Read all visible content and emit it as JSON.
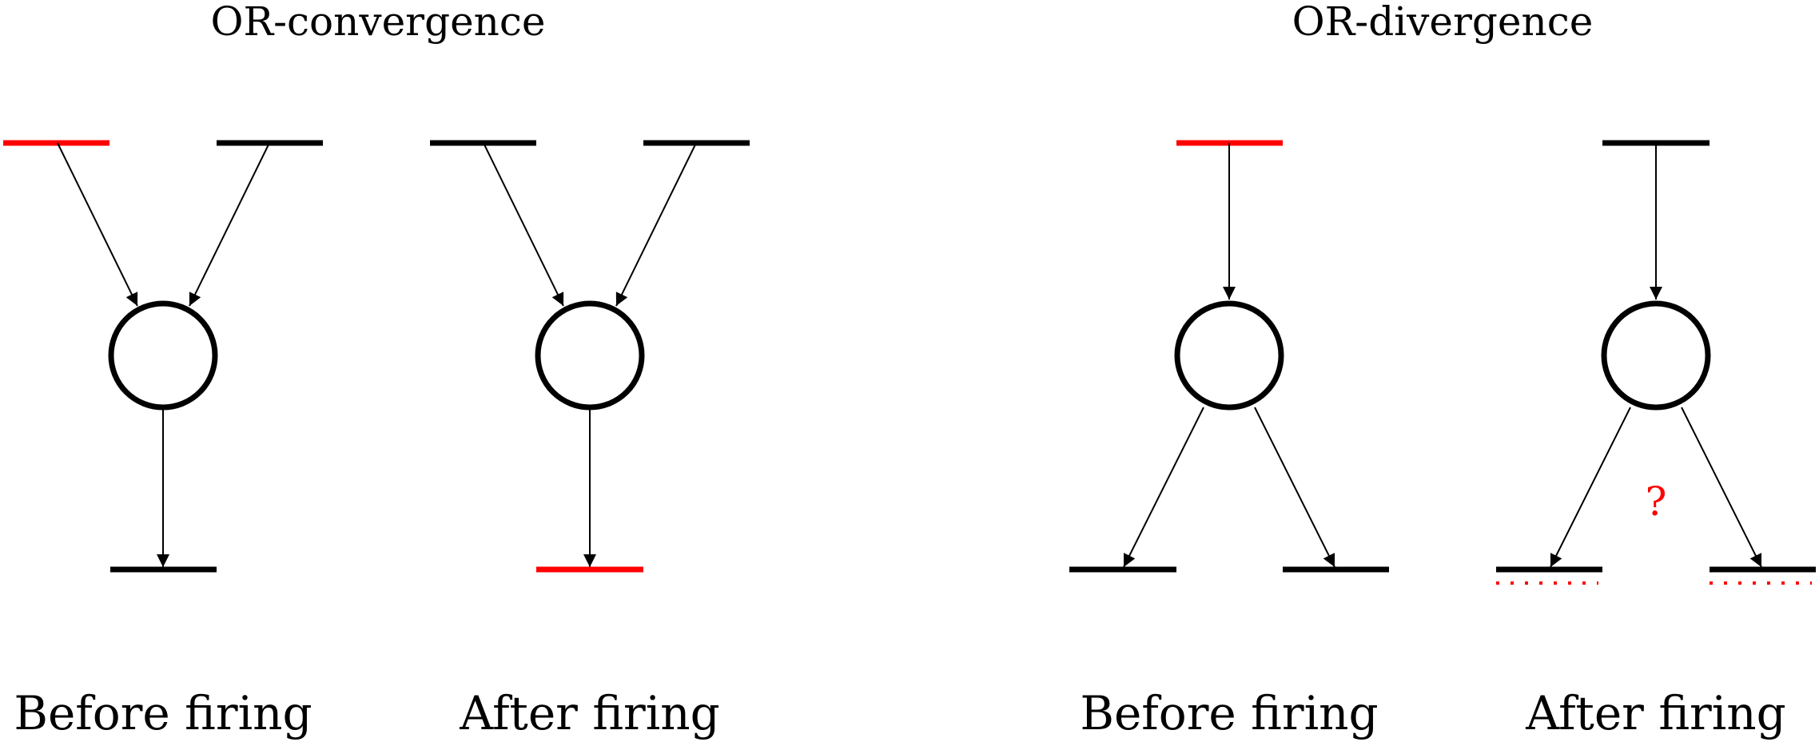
{
  "colors": {
    "ink": "#000000",
    "marked": "#ff0000"
  },
  "headings": {
    "convergence": "OR-convergence",
    "divergence": "OR-divergence"
  },
  "captions": {
    "conv_before": "Before firing",
    "conv_after": "After firing",
    "div_before": "Before firing",
    "div_after": "After firing"
  },
  "uncertainty_mark": "?"
}
